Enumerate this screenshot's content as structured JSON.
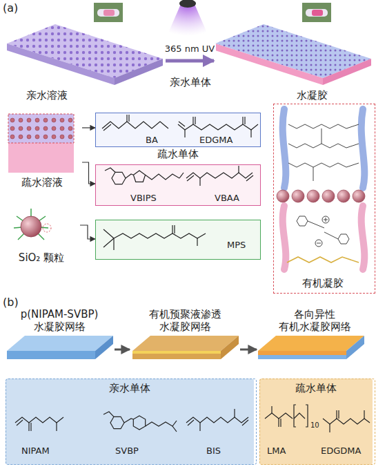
{
  "diagram": {
    "nodes": [
      {
        "text": [
          "亲水溶液"
        ]
      },
      {
        "text": [
          "水凝胶"
        ]
      },
      {
        "text": [
          "疏水溶液"
        ]
      },
      {
        "text": [
          "BA",
          "EDGMA"
        ]
      },
      {
        "text": [
          "VBIPS",
          "VBAA"
        ]
      },
      {
        "text": [
          "SiO₂ 颗粒"
        ]
      },
      {
        "text": [
          "MPS"
        ]
      },
      {
        "text": [
          "有机凝胶"
        ]
      },
      {
        "text": [
          "p(NIPAM-SVBP) 水凝胶网络"
        ]
      },
      {
        "text": [
          "有机预聚液渗透 水凝胶网络"
        ]
      },
      {
        "text": [
          "各向异性 有机水凝胶网络"
        ]
      },
      {
        "text": [
          "亲水单体",
          "NIPAM",
          "SVBP",
          "BIS"
        ]
      },
      {
        "text": [
          "疏水单体",
          "LMA",
          "EDGDMA"
        ]
      }
    ],
    "edges": [
      {
        "from": 0,
        "to": 1,
        "label": "365 nm UV",
        "arrow": "to"
      },
      {
        "from": 2,
        "to": 3,
        "arrow": "to"
      },
      {
        "from": 2,
        "to": 4,
        "arrow": "to"
      },
      {
        "from": 5,
        "to": 6,
        "arrow": "to"
      },
      {
        "from": 8,
        "to": 9,
        "arrow": "to"
      },
      {
        "from": 9,
        "to": 10,
        "arrow": "to"
      }
    ],
    "labels": [
      "(a)",
      "亲水单体",
      "疏水单体",
      "(b)",
      "10"
    ]
  }
}
